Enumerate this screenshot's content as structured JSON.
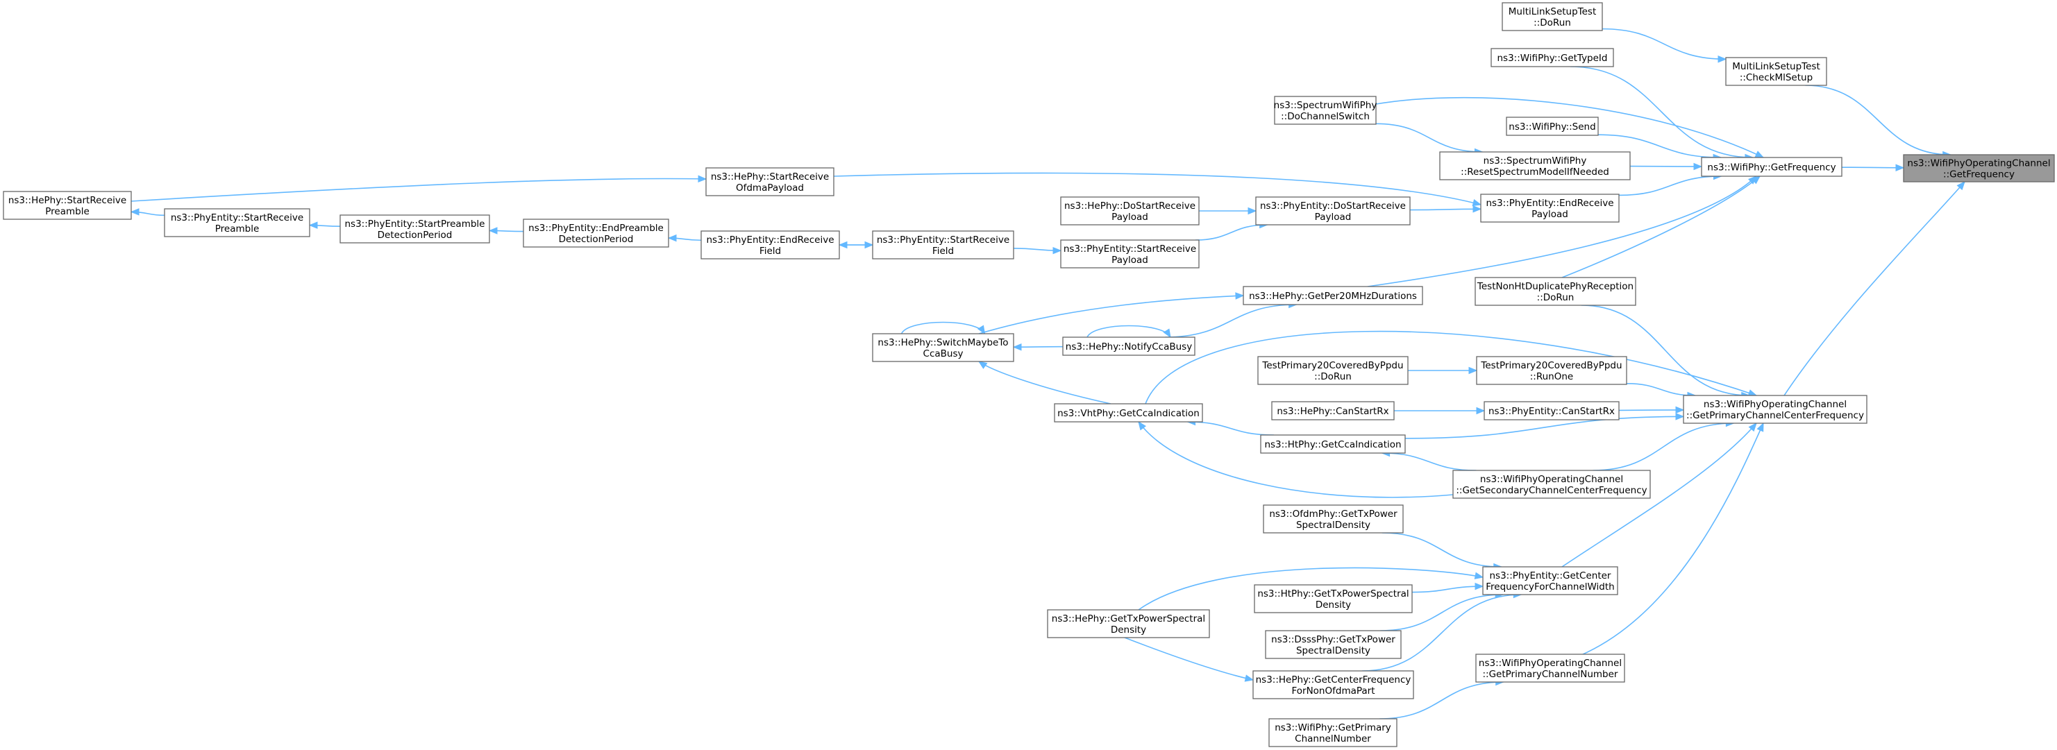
{
  "graph": {
    "title": "",
    "nodes": [
      {
        "id": "focus",
        "lines": [
          "ns3::WifiPhyOperatingChannel",
          "::GetFrequency"
        ],
        "focus": true
      },
      {
        "id": "getFrequency",
        "lines": [
          "ns3::WifiPhy::GetFrequency"
        ]
      },
      {
        "id": "getPrimaryCCF",
        "lines": [
          "ns3::WifiPhyOperatingChannel",
          "::GetPrimaryChannelCenterFrequency"
        ]
      },
      {
        "id": "checkMlSetup",
        "lines": [
          "MultiLinkSetupTest",
          "::CheckMlSetup"
        ]
      },
      {
        "id": "mlDoRun",
        "lines": [
          "MultiLinkSetupTest",
          "::DoRun"
        ]
      },
      {
        "id": "getTypeId",
        "lines": [
          "ns3::WifiPhy::GetTypeId"
        ]
      },
      {
        "id": "doChannelSwitch",
        "lines": [
          "ns3::SpectrumWifiPhy",
          "::DoChannelSwitch"
        ]
      },
      {
        "id": "send",
        "lines": [
          "ns3::WifiPhy::Send"
        ]
      },
      {
        "id": "resetSpectrum",
        "lines": [
          "ns3::SpectrumWifiPhy",
          "::ResetSpectrumModelIfNeeded"
        ]
      },
      {
        "id": "endReceivePayload",
        "lines": [
          "ns3::PhyEntity::EndReceive",
          "Payload"
        ]
      },
      {
        "id": "heStartReceiveOfdma",
        "lines": [
          "ns3::HePhy::StartReceive",
          "OfdmaPayload"
        ]
      },
      {
        "id": "heStartReceivePreamble",
        "lines": [
          "ns3::HePhy::StartReceive",
          "Preamble"
        ]
      },
      {
        "id": "peStartReceivePreamble",
        "lines": [
          "ns3::PhyEntity::StartReceive",
          "Preamble"
        ]
      },
      {
        "id": "startPreambleDetection",
        "lines": [
          "ns3::PhyEntity::StartPreamble",
          "DetectionPeriod"
        ]
      },
      {
        "id": "endPreambleDetection",
        "lines": [
          "ns3::PhyEntity::EndPreamble",
          "DetectionPeriod"
        ]
      },
      {
        "id": "endReceiveField",
        "lines": [
          "ns3::PhyEntity::EndReceive",
          "Field"
        ]
      },
      {
        "id": "startReceiveField",
        "lines": [
          "ns3::PhyEntity::StartReceive",
          "Field"
        ]
      },
      {
        "id": "heDoStartReceivePayload",
        "lines": [
          "ns3::HePhy::DoStartReceive",
          "Payload"
        ]
      },
      {
        "id": "peDoStartReceivePayload",
        "lines": [
          "ns3::PhyEntity::DoStartReceive",
          "Payload"
        ]
      },
      {
        "id": "peStartReceivePayload",
        "lines": [
          "ns3::PhyEntity::StartReceive",
          "Payload"
        ]
      },
      {
        "id": "getPer20",
        "lines": [
          "ns3::HePhy::GetPer20MHzDurations"
        ]
      },
      {
        "id": "notifyCcaBusy",
        "lines": [
          "ns3::HePhy::NotifyCcaBusy"
        ]
      },
      {
        "id": "switchMaybe",
        "lines": [
          "ns3::HePhy::SwitchMaybeTo",
          "CcaBusy"
        ]
      },
      {
        "id": "nonHtDoRun",
        "lines": [
          "TestNonHtDuplicatePhyReception",
          "::DoRun"
        ]
      },
      {
        "id": "tp20DoRun",
        "lines": [
          "TestPrimary20CoveredByPpdu",
          "::DoRun"
        ]
      },
      {
        "id": "tp20RunOne",
        "lines": [
          "TestPrimary20CoveredByPpdu",
          "::RunOne"
        ]
      },
      {
        "id": "heCanStartRx",
        "lines": [
          "ns3::HePhy::CanStartRx"
        ]
      },
      {
        "id": "peCanStartRx",
        "lines": [
          "ns3::PhyEntity::CanStartRx"
        ]
      },
      {
        "id": "vhtGetCca",
        "lines": [
          "ns3::VhtPhy::GetCcaIndication"
        ]
      },
      {
        "id": "htGetCca",
        "lines": [
          "ns3::HtPhy::GetCcaIndication"
        ]
      },
      {
        "id": "getSecondaryCCF",
        "lines": [
          "ns3::WifiPhyOperatingChannel",
          "::GetSecondaryChannelCenterFrequency"
        ]
      },
      {
        "id": "ofdmTxPsd",
        "lines": [
          "ns3::OfdmPhy::GetTxPower",
          "SpectralDensity"
        ]
      },
      {
        "id": "peGetCenterFreq",
        "lines": [
          "ns3::PhyEntity::GetCenter",
          "FrequencyForChannelWidth"
        ]
      },
      {
        "id": "htTxPsd",
        "lines": [
          "ns3::HtPhy::GetTxPowerSpectral",
          "Density"
        ]
      },
      {
        "id": "heTxPsd",
        "lines": [
          "ns3::HePhy::GetTxPowerSpectral",
          "Density"
        ]
      },
      {
        "id": "dsssTxPsd",
        "lines": [
          "ns3::DsssPhy::GetTxPower",
          "SpectralDensity"
        ]
      },
      {
        "id": "heCenterNonOfdma",
        "lines": [
          "ns3::HePhy::GetCenterFrequency",
          "ForNonOfdmaPart"
        ]
      },
      {
        "id": "getPrimaryChNum",
        "lines": [
          "ns3::WifiPhyOperatingChannel",
          "::GetPrimaryChannelNumber"
        ]
      },
      {
        "id": "wifiGetPrimaryChNum",
        "lines": [
          "ns3::WifiPhy::GetPrimary",
          "ChannelNumber"
        ]
      }
    ],
    "edges": [
      [
        "getFrequency",
        "focus"
      ],
      [
        "getPrimaryCCF",
        "focus"
      ],
      [
        "checkMlSetup",
        "focus"
      ],
      [
        "mlDoRun",
        "checkMlSetup"
      ],
      [
        "getTypeId",
        "getFrequency"
      ],
      [
        "doChannelSwitch",
        "getFrequency"
      ],
      [
        "doChannelSwitch",
        "resetSpectrum"
      ],
      [
        "send",
        "getFrequency"
      ],
      [
        "resetSpectrum",
        "getFrequency"
      ],
      [
        "heStartReceiveOfdma",
        "endReceivePayload"
      ],
      [
        "endReceivePayload",
        "getFrequency"
      ],
      [
        "getPer20",
        "getFrequency"
      ],
      [
        "nonHtDoRun",
        "getFrequency"
      ],
      [
        "heStartReceivePreamble",
        "heStartReceiveOfdma"
      ],
      [
        "peStartReceivePreamble",
        "heStartReceivePreamble"
      ],
      [
        "startPreambleDetection",
        "peStartReceivePreamble"
      ],
      [
        "endPreambleDetection",
        "startPreambleDetection"
      ],
      [
        "endReceiveField",
        "endPreambleDetection"
      ],
      [
        "startReceiveField",
        "endReceiveField"
      ],
      [
        "endReceiveField",
        "startReceiveField"
      ],
      [
        "heDoStartReceivePayload",
        "peDoStartReceivePayload"
      ],
      [
        "peStartReceivePayload",
        "peDoStartReceivePayload"
      ],
      [
        "startReceiveField",
        "peStartReceivePayload"
      ],
      [
        "peDoStartReceivePayload",
        "endReceivePayload"
      ],
      [
        "notifyCcaBusy",
        "getPer20"
      ],
      [
        "switchMaybe",
        "getPer20"
      ],
      [
        "notifyCcaBusy",
        "switchMaybe"
      ],
      [
        "notifyCcaBusy",
        "notifyCcaBusy"
      ],
      [
        "switchMaybe",
        "switchMaybe"
      ],
      [
        "vhtGetCca",
        "switchMaybe"
      ],
      [
        "nonHtDoRun",
        "getPrimaryCCF"
      ],
      [
        "tp20DoRun",
        "tp20RunOne"
      ],
      [
        "tp20RunOne",
        "getPrimaryCCF"
      ],
      [
        "heCanStartRx",
        "peCanStartRx"
      ],
      [
        "peCanStartRx",
        "getPrimaryCCF"
      ],
      [
        "vhtGetCca",
        "getPrimaryCCF"
      ],
      [
        "htGetCca",
        "vhtGetCca"
      ],
      [
        "htGetCca",
        "getPrimaryCCF"
      ],
      [
        "getSecondaryCCF",
        "vhtGetCca"
      ],
      [
        "getSecondaryCCF",
        "htGetCca"
      ],
      [
        "getSecondaryCCF",
        "getPrimaryCCF"
      ],
      [
        "ofdmTxPsd",
        "peGetCenterFreq"
      ],
      [
        "htTxPsd",
        "peGetCenterFreq"
      ],
      [
        "heTxPsd",
        "peGetCenterFreq"
      ],
      [
        "dsssTxPsd",
        "peGetCenterFreq"
      ],
      [
        "heCenterNonOfdma",
        "peGetCenterFreq"
      ],
      [
        "heTxPsd",
        "heCenterNonOfdma"
      ],
      [
        "peGetCenterFreq",
        "getPrimaryCCF"
      ],
      [
        "getPrimaryChNum",
        "getPrimaryCCF"
      ],
      [
        "wifiGetPrimaryChNum",
        "getPrimaryChNum"
      ]
    ]
  },
  "colors": {
    "edge": "#63b8ff",
    "node_border": "#666666",
    "focus_fill": "#999999",
    "node_fill": "#ffffff"
  }
}
